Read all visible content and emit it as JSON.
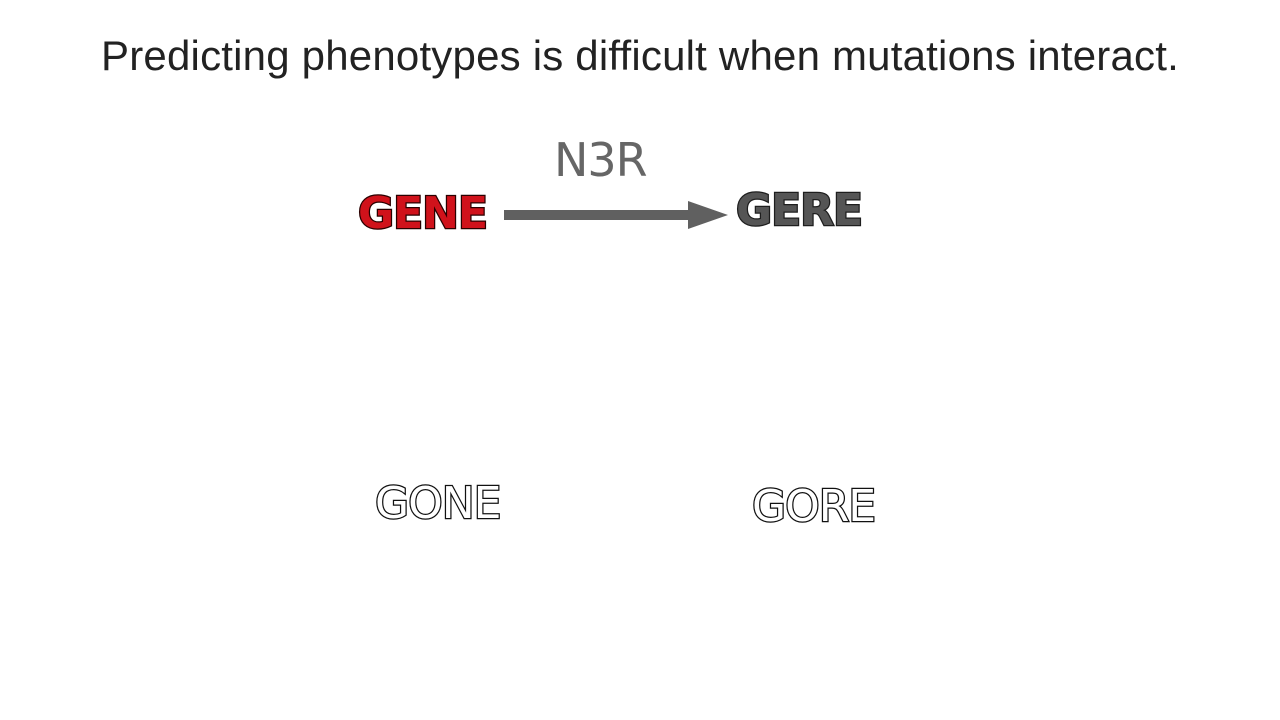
{
  "slide": {
    "title": "Predicting phenotypes is difficult when mutations interact."
  },
  "diagram": {
    "source_word": "GENE",
    "mutation_label": "N3R",
    "target_word": "GERE",
    "bottom_left_word": "GONE",
    "bottom_right_word": "GORE",
    "colors": {
      "source_word": "#d0121b",
      "target_word": "#555555",
      "arrow": "#606060",
      "mutation_label": "#666666",
      "outline_words": "#111111"
    }
  }
}
